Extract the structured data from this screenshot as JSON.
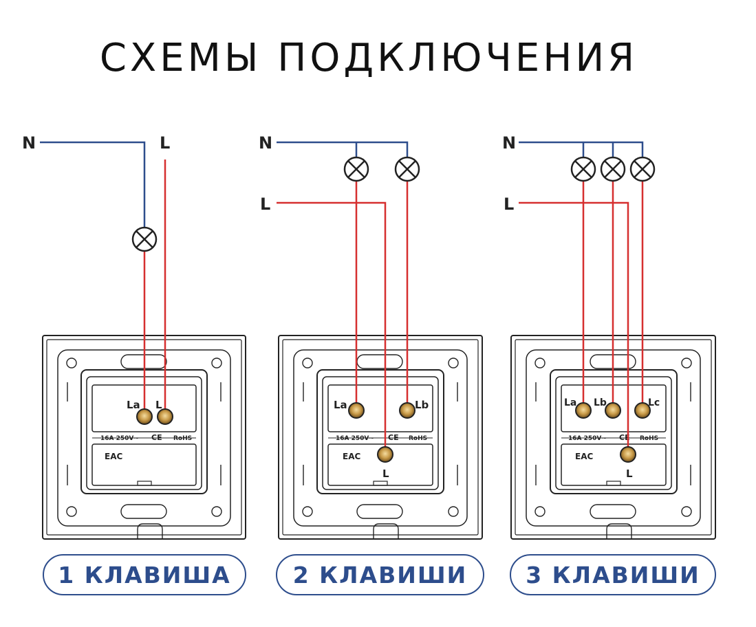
{
  "title": "СХЕМЫ ПОДКЛЮЧЕНИЯ",
  "colors": {
    "neutral": "#2d4d8c",
    "live": "#d62f2f",
    "frame": "#222222",
    "label": "#2d4d8c"
  },
  "terminal_labels": {
    "n": "N",
    "l": "L"
  },
  "device": {
    "rating": "16A  250V~",
    "ce": "CE",
    "rohs": "RoHS",
    "eac": "EAC"
  },
  "schemes": [
    {
      "label": "1 КЛАВИША",
      "lamps": 1,
      "top_terminals": [
        "La",
        "L"
      ],
      "bottom_terminal": ""
    },
    {
      "label": "2 КЛАВИШИ",
      "lamps": 2,
      "top_terminals": [
        "La",
        "Lb"
      ],
      "bottom_terminal": "L"
    },
    {
      "label": "3 КЛАВИШИ",
      "lamps": 3,
      "top_terminals": [
        "La",
        "Lb",
        "Lc"
      ],
      "bottom_terminal": "L"
    }
  ],
  "icons": [
    "lamp-icon",
    "terminal-screw-icon",
    "ce-mark-icon",
    "eac-mark-icon"
  ]
}
